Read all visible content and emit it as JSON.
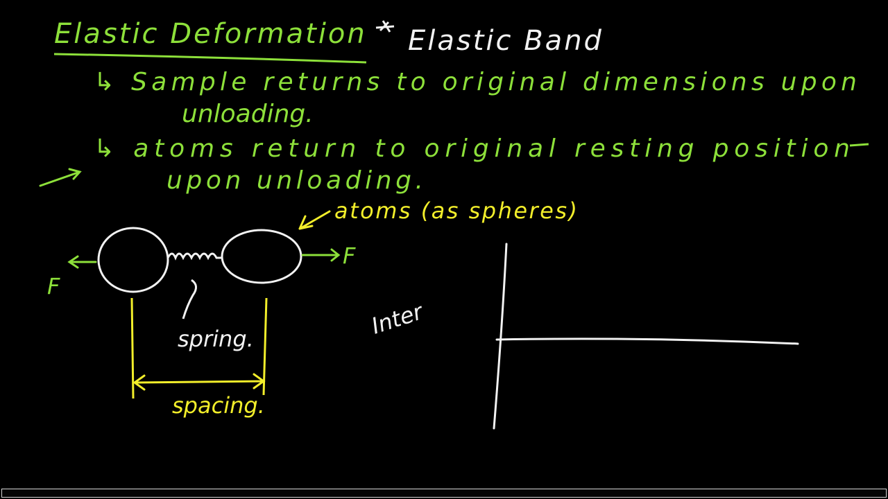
{
  "colors": {
    "background": "#000000",
    "green": "#8de03a",
    "white": "#f2f2f2",
    "yellow": "#f2ee2a"
  },
  "board": {
    "title": "Elastic Deformation",
    "example": "Elastic Band",
    "point1_line1": "↳ Sample returns to original dimensions upon",
    "point1_line2": "unloading.",
    "point2_line1": "↳ atoms return to original resting position",
    "point2_line2": "upon unloading.",
    "atoms_note": "atoms (as spheres)",
    "force_left": "F",
    "force_right": "F",
    "spring_label": "spring.",
    "spacing_label": "spacing.",
    "graph_label": "Inter"
  }
}
